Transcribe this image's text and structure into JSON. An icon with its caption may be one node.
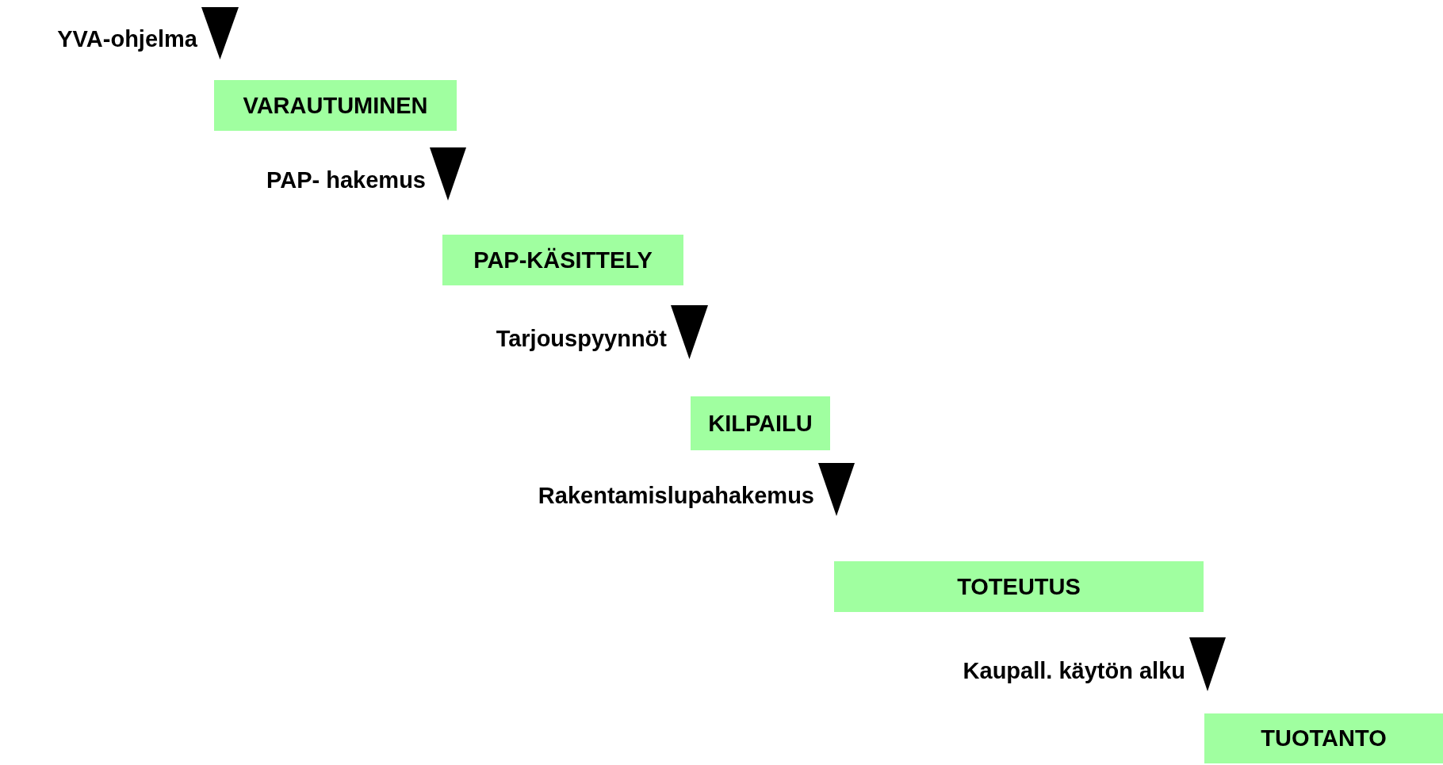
{
  "diagram": {
    "nodes": [
      {
        "text": [],
        "shape": "triangle",
        "beside": [
          "YVA-ohjelma"
        ]
      },
      {
        "text": [
          "VARAUTUMINEN"
        ]
      },
      {
        "text": [],
        "shape": "triangle",
        "beside": [
          "PAP- hakemus"
        ]
      },
      {
        "text": [
          "PAP-KÄSITTELY"
        ]
      },
      {
        "text": [],
        "shape": "triangle",
        "beside": [
          "Tarjouspyynnöt"
        ]
      },
      {
        "text": [
          "KILPAILU"
        ]
      },
      {
        "text": [],
        "shape": "triangle",
        "beside": [
          "Rakentamislupahakemus"
        ]
      },
      {
        "text": [
          "TOTEUTUS"
        ]
      },
      {
        "text": [],
        "shape": "triangle",
        "beside": [
          "Kaupall. käytön alku"
        ]
      },
      {
        "text": [
          "TUOTANTO"
        ]
      }
    ]
  }
}
